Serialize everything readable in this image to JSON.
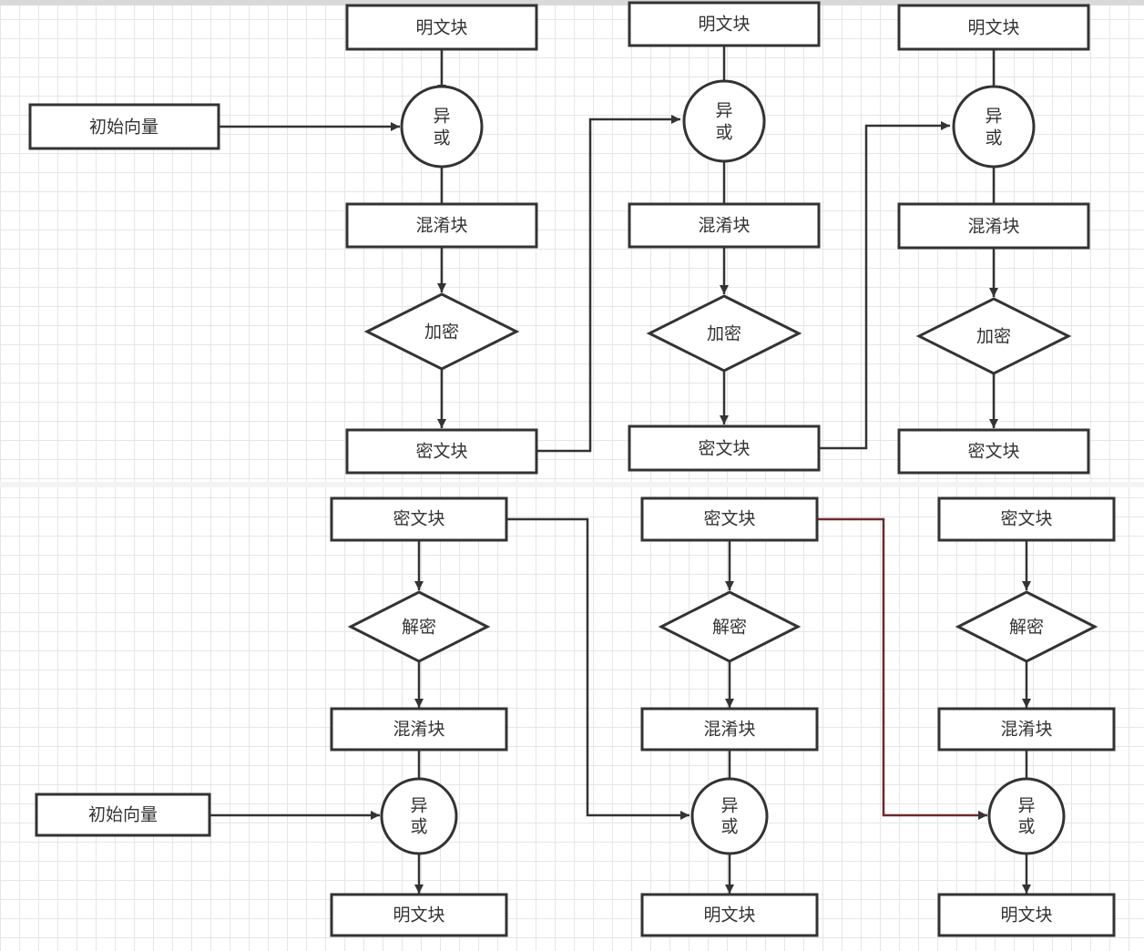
{
  "labels": {
    "plain_block": "明文块",
    "cipher_block": "密文块",
    "xor_line1": "异",
    "xor_line2": "或",
    "mix_block": "混淆块",
    "encrypt": "加密",
    "decrypt": "解密",
    "init_vector": "初始向量"
  },
  "colors": {
    "stroke": "#333333",
    "feedback_red": "#6b2a2a",
    "grid": "#e6e6e6"
  }
}
